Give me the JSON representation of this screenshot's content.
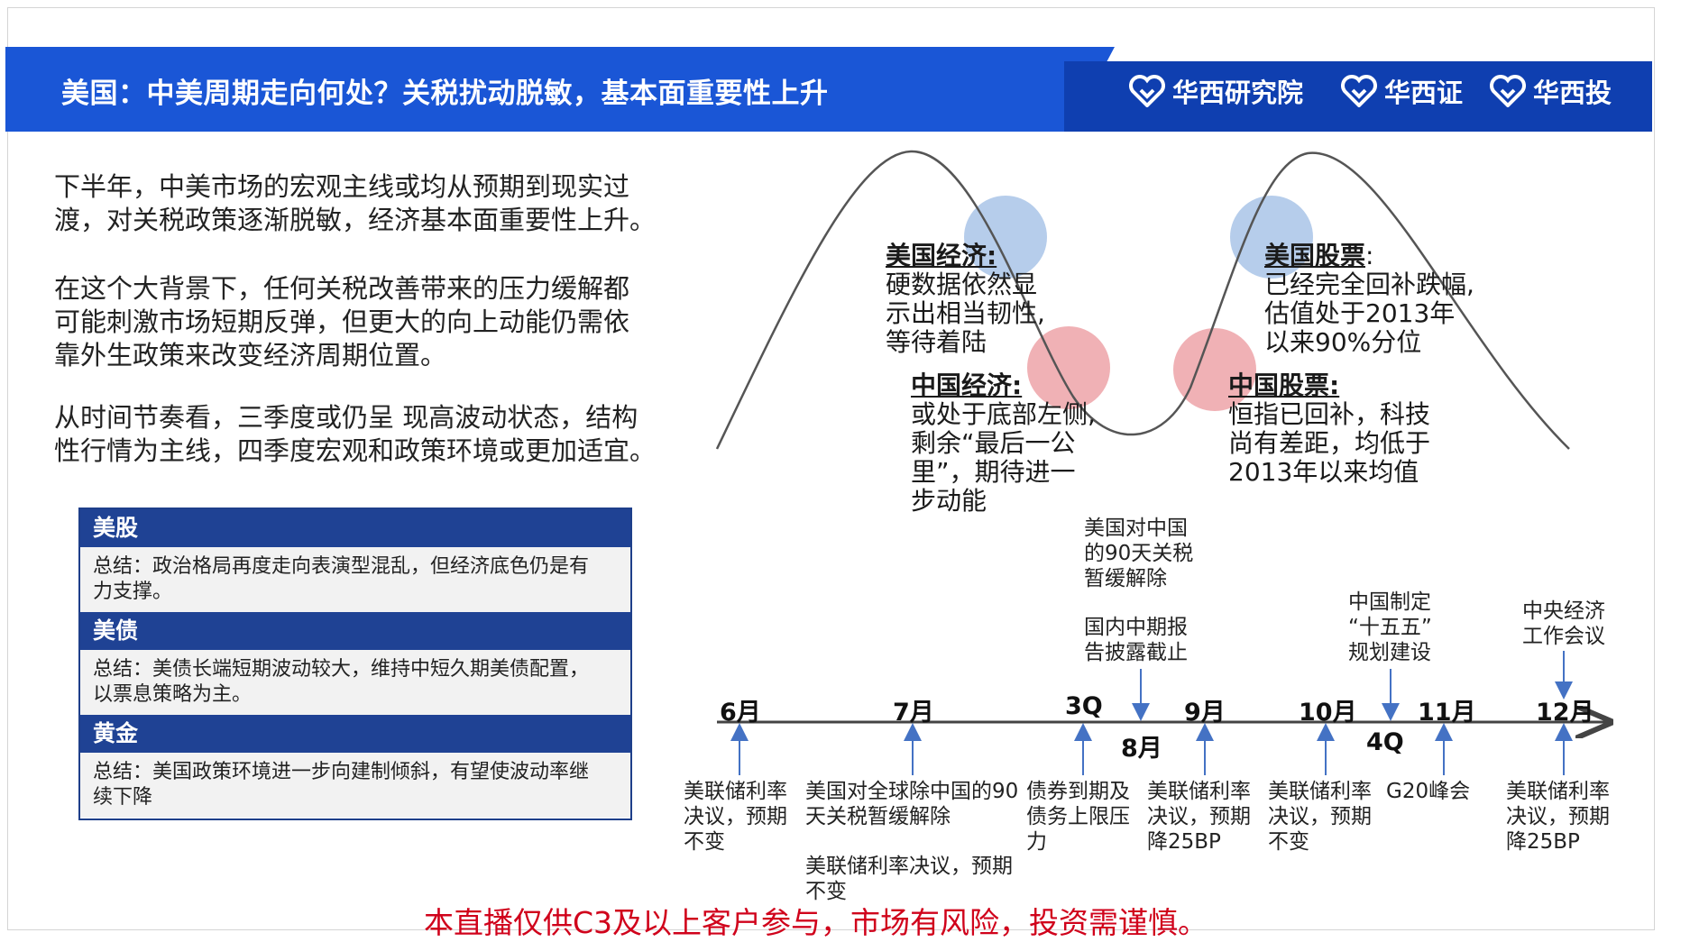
{
  "header": {
    "title": "美国：中美周期走向何处？关税扰动脱敏，基本面重要性上升",
    "brands": [
      "华西研究院",
      "华西证",
      "华西投"
    ],
    "colors": {
      "banner": "#1a56d6",
      "banner_dark": "#0f3fb0"
    }
  },
  "paragraphs": [
    [
      "下半年，中美市场的宏观主线或均从预期到现实过",
      "渡，对关税政策逐渐脱敏，经济基本面重要性上升。"
    ],
    [
      "在这个大背景下，任何关税改善带来的压力缓解都",
      "可能刺激市场短期反弹，但更大的向上动能仍需依",
      "靠外生政策来改变经济周期位置。"
    ],
    [
      "从时间节奏看，三季度或仍呈 现高波动状态，结构",
      "性行情为主线，四季度宏观和政策环境或更加适宜。"
    ]
  ],
  "summary": [
    {
      "title": "美股",
      "body": [
        "总结：政治格局再度走向表演型混乱，但经济底色仍是有",
        "力支撑。"
      ]
    },
    {
      "title": "美债",
      "body": [
        "总结：美债长端短期波动较大，维持中短久期美债配置，",
        "以票息策略为主。"
      ]
    },
    {
      "title": "黄金",
      "body": [
        "总结：美国政策环境进一步向建制倾斜，有望使波动率继",
        "续下降"
      ]
    }
  ],
  "cycle": {
    "us_econ": {
      "title": "美国经济:",
      "lines": [
        "硬数据依然显",
        "示出相当韧性,",
        "等待着陆"
      ]
    },
    "cn_econ": {
      "title": "中国经济:",
      "lines": [
        "或处于底部左侧,",
        "剩余“最后一公",
        "里”，期待进一",
        "步动能"
      ]
    },
    "us_stock": {
      "title": "美国股票",
      "suffix": ":",
      "lines": [
        "已经完全回补跌幅,",
        "估值处于2013年",
        "以来90%分位"
      ]
    },
    "cn_stock": {
      "title": "中国股票:",
      "lines": [
        "恒指已回补，科技",
        "尚有差距，均低于",
        "2013年以来均值"
      ]
    },
    "colors": {
      "us": "#a9c4e8",
      "cn": "#eda3a8"
    }
  },
  "timeline": {
    "months_top": [
      "6月",
      "7月",
      "3Q",
      "9月",
      "10月",
      "11月",
      "12月"
    ],
    "months_bottom": [
      "8月",
      "4Q"
    ],
    "above": {
      "us_cn_tariff": [
        "美国对中国",
        "的90天关税",
        "暂缓解除"
      ],
      "cn_midterm": [
        "国内中期报",
        "告披露截止"
      ],
      "cn_plan": [
        "中国制定",
        "“十五五”",
        "规划建设"
      ],
      "cewc": [
        "中央经济",
        "工作会议"
      ]
    },
    "below": {
      "fed_jun": [
        "美联储利率",
        "决议，预期",
        "不变"
      ],
      "global_tariff": [
        "美国对全球除中国的90",
        "天关税暂缓解除"
      ],
      "fed_jul": [
        "美联储利率决议，预期",
        "不变"
      ],
      "debt": [
        "债券到期及",
        "债务上限压",
        "力"
      ],
      "fed_sep": [
        "美联储利率",
        "决议，预期",
        "降25BP"
      ],
      "fed_oct": [
        "美联储利率",
        "决议，预期",
        "不变"
      ],
      "g20": [
        "G20峰会"
      ],
      "fed_dec": [
        "美联储利率",
        "决议，预期",
        "降25BP"
      ]
    }
  },
  "disclaimer": "本直播仅供C3及以上客户参与，市场有风险，投资需谨慎。"
}
